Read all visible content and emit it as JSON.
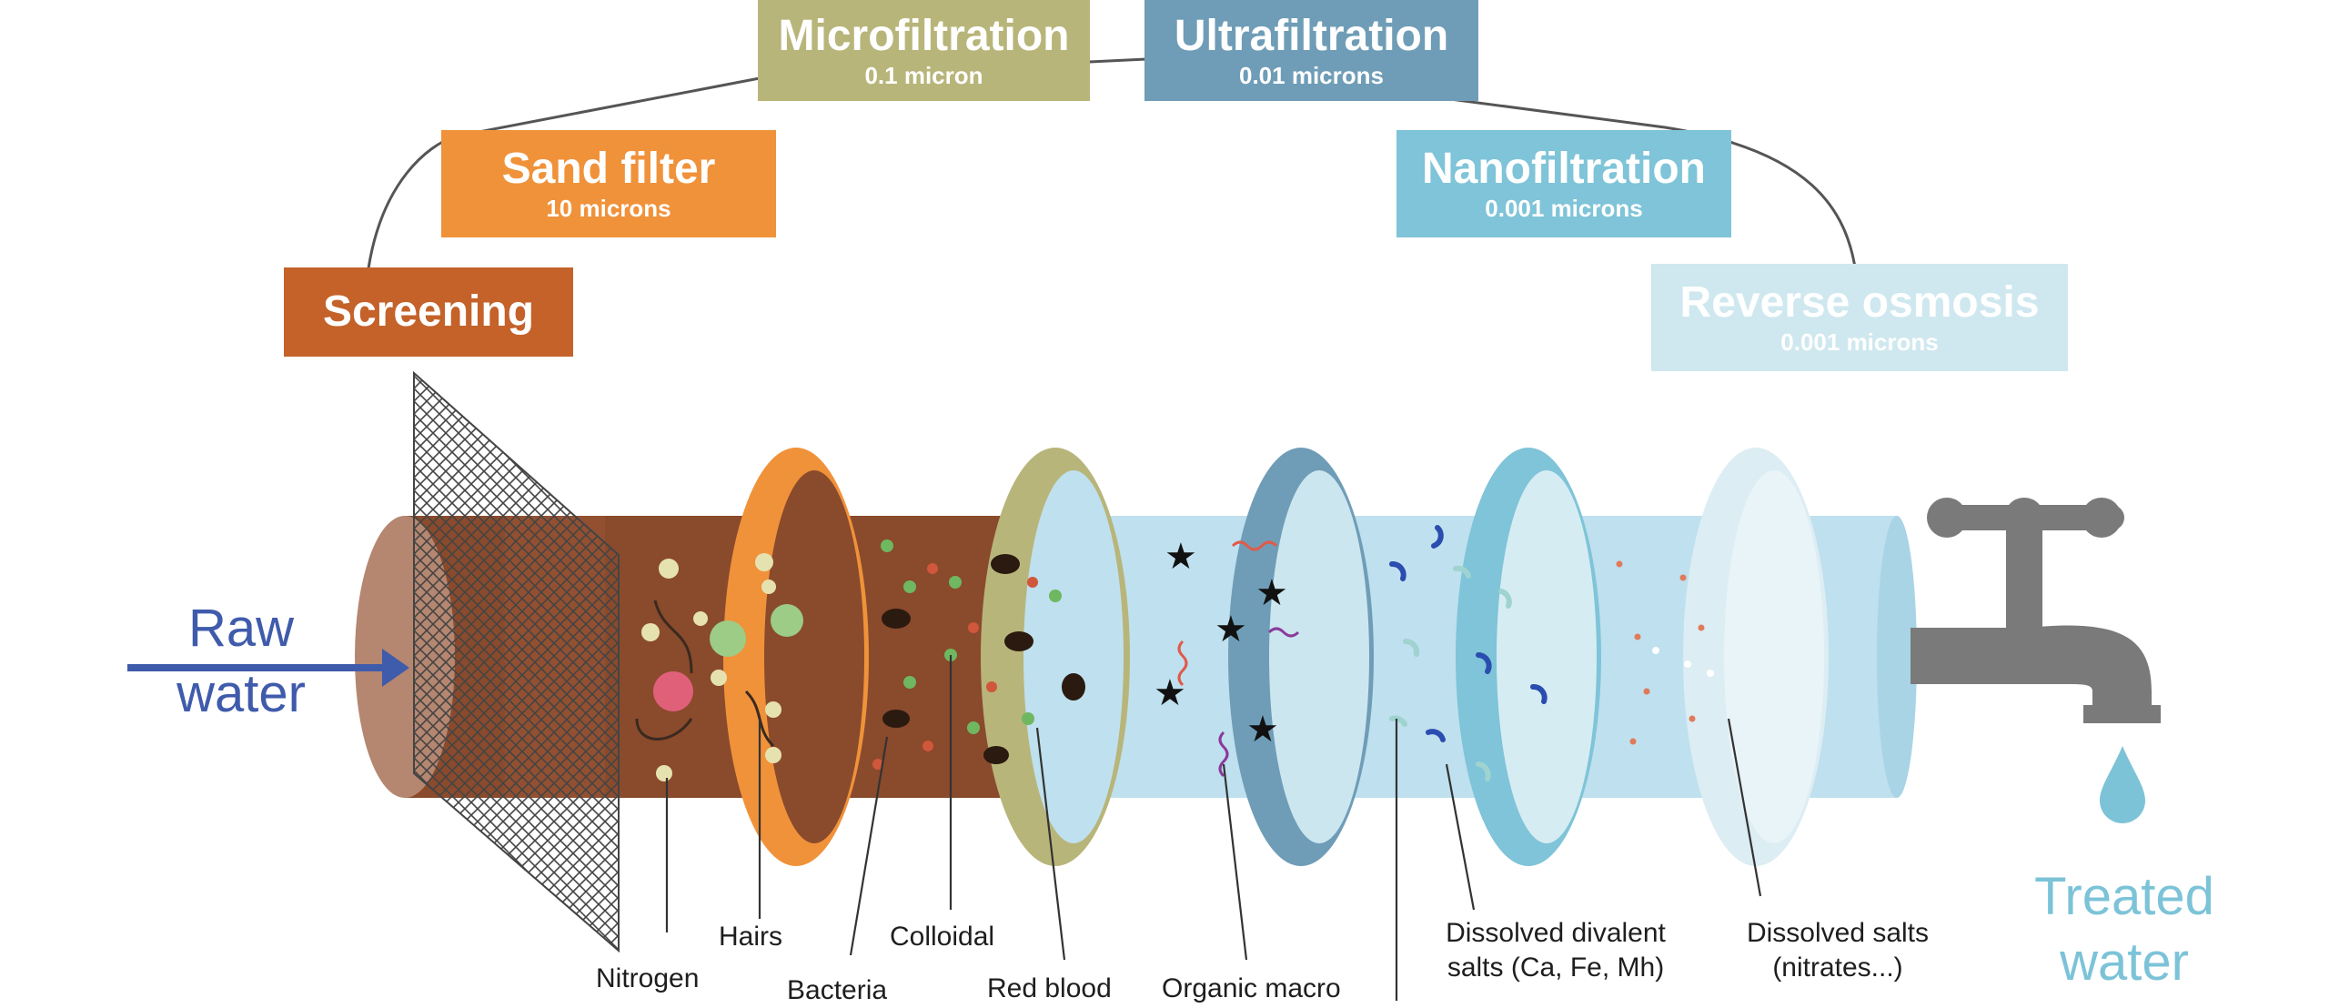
{
  "stages": [
    {
      "title": "Screening",
      "size": "",
      "color": "#c4622a"
    },
    {
      "title": "Sand filter",
      "size": "10 microns",
      "color": "#f0923a"
    },
    {
      "title": "Microfiltration",
      "size": "0.1 micron",
      "color": "#b8b57a"
    },
    {
      "title": "Ultrafiltration",
      "size": "0.01 microns",
      "color": "#6f9db7"
    },
    {
      "title": "Nanofiltration",
      "size": "0.001 microns",
      "color": "#7fc4d8"
    },
    {
      "title": "Reverse osmosis",
      "size": "0.001 microns",
      "color": "#cfe8ef"
    }
  ],
  "inlet_label": "Raw water",
  "outlet_label": "Treated water",
  "contaminants": [
    "Nitrogen",
    "Hairs",
    "Bacteria",
    "Colloidal",
    "Red blood",
    "Organic macro",
    "Dissolved divalent salts (Ca, Fe, Mh)",
    "Dissolved salts (nitrates...)"
  ],
  "colors": {
    "raw_pipe": "#8a4a2c",
    "clear_pipe": "#bfe0ee",
    "arrow": "#3f5bab",
    "treated": "#7cc3d8",
    "tap": "#7a7a7a"
  }
}
